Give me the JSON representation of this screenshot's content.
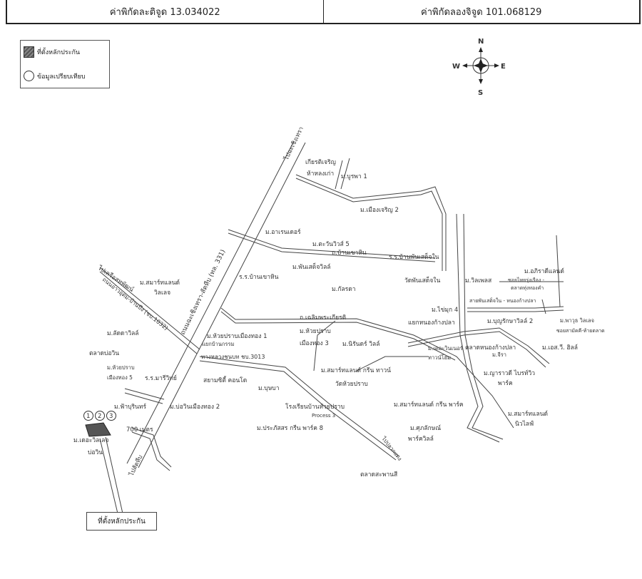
{
  "header": {
    "latitude": "ค่าพิกัดละติจูด 13.034022",
    "longitude": "ค่าพิกัดลองจิจูด 101.068129"
  },
  "legend": {
    "collateral": "ที่ตั้งหลักประกัน",
    "comparable": "ข้อมูลเปรียบเทียบ"
  },
  "compass": {
    "n": "N",
    "s": "S",
    "e": "E",
    "w": "W"
  },
  "map": {
    "labels": [
      "ไปฉะเชิงเทรา",
      "เกียรติเจริญ",
      "ห้าหลงเก่า",
      "ม.บูรพา 1",
      "ม.เมืองเจริญ 2",
      "ม.อาเรนเดอร์",
      "ม.ตะวันวิวส์ 5",
      "ถ.บ้านเขาหิน",
      "ร.ร.บ้านพันเสด็จใน",
      "ม.พันเสด็จวิลล์",
      "ร.ร.บ้านเขาหิน",
      "ม.กัลรดา",
      "วัดพันเสด็จใน",
      "ม.วิลเพลส",
      "ม.อภิราดีแลนด์",
      "ซอยไทยรุ่งเรือง -",
      "ตลาดทุ่งทองคำ",
      "สายพันเสด็จใน - หนองก้างปลา",
      "ม.ไข่มุก 4",
      "ม.สมาร์ทแลนด์",
      "วิลเลจ",
      "ไปเครือสหพัฒน์",
      "ถนนอ่าวอุดม-บ้านบึง (ชบ.1032)",
      "ถนนฉะเชิงเทรา-สัตหีบ (ทล. 331)",
      "ถ.เฉลิมพระเกียรติ",
      "แยกหนองก้างปลา",
      "ม.บุญรักษาวิลล์ 2",
      "ม.พาวุธ วิลเลจ",
      "ซอยสามัคคี-ท้ายตลาด",
      "ม.ห้วยปราบ",
      "ม.ลัดดาวิลล์",
      "ม.ห้วยปราบเมืองทอง 1",
      "แยกบ้านกรรม",
      "เมืองทอง 3",
      "ม.นิรันดร์ วิลล์",
      "ม.เดอะวินเนอร์",
      "ทาวน์โฮม",
      "ตลาดหนองก้างปลา",
      "ม.จีรา",
      "ม.เอส.วี. ฮิลล์",
      "ตลาดบ่อวิน",
      "ทางหลวงชนบท ชบ.3013",
      "สยามซิตี้ คอนโด",
      "ม.บุษบา",
      "ม.ห้วยปราบ",
      "เมืองทอง 5",
      "ร.ร.มารีวิทย์",
      "ม.สมาร์ทแลนด์ กรีน ทาวน์",
      "ม.ญาราวดี ไบรท์วิว",
      "พาร์ค",
      "วัดห้วยปราบ",
      "โรงเรียนบ้านห้วยปราบ",
      "Process 3",
      "ม.ประภัสสร กรีน พาร์ค 8",
      "ม.สมาร์ทแลนด์ กรีน พาร์ค",
      "ม.สมาร์ทแลนด์",
      "นิวไลฟ์",
      "ม.ศุภลักษณ์",
      "พาร์ควิลล์",
      "ตลาดสะพานสี",
      "ไปปลวกแดง",
      "ม.ฟ้าบุรินทร์",
      "ม.บ่อวินเมืองทอง 2",
      "700 เมตร",
      "ม.เดอะวิลเลจ",
      "บ่อวิน",
      "ไปสัตหีบ"
    ],
    "markers": [
      "1",
      "2",
      "3"
    ],
    "callout": "ที่ตั้งหลักประกัน"
  }
}
